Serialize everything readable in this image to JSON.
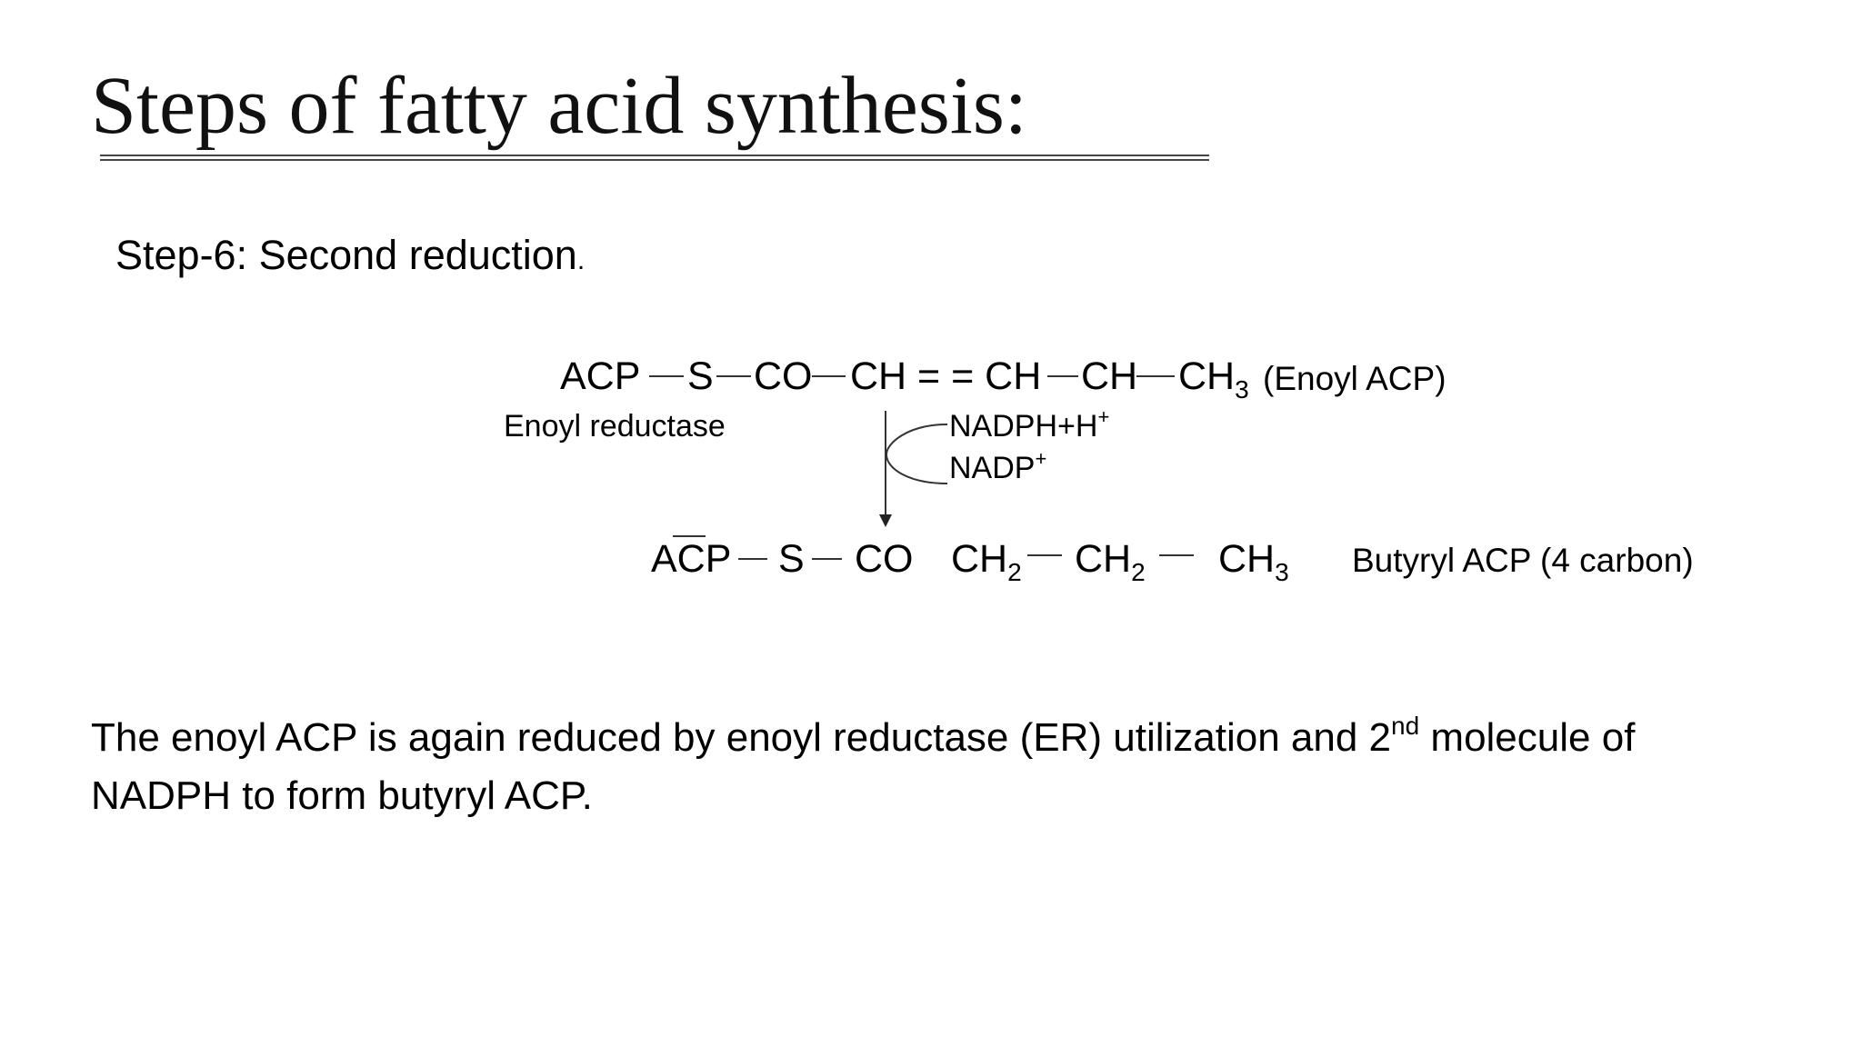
{
  "slide": {
    "title": "Steps of fatty acid synthesis:",
    "step_label": "Step-6: Second reduction",
    "step_label_dot": "."
  },
  "reaction": {
    "reactant": {
      "acp": "ACP",
      "s": "S",
      "co": "CO",
      "ch_double_ch": "CH = = CH",
      "ch": "CH",
      "ch3_base": "CH",
      "ch3_sub": "3",
      "name": "(Enoyl ACP)"
    },
    "enzyme": "Enoyl reductase",
    "cofactor_in": {
      "base": "NADPH+H",
      "sup": "+"
    },
    "cofactor_out": {
      "base": "NADP",
      "sup": "+"
    },
    "product": {
      "acp": "ACP",
      "s": "S",
      "co": "CO",
      "ch2a_base": "CH",
      "ch2a_sub": "2",
      "ch2b_base": "CH",
      "ch2b_sub": "2",
      "ch3_base": "CH",
      "ch3_sub": "3",
      "name": "Butyryl ACP (4 carbon)"
    }
  },
  "description": {
    "part1": "The enoyl ACP is again reduced by enoyl reductase (ER) utilization and 2",
    "sup": "nd",
    "part2": " molecule of NADPH to form butyryl ACP."
  }
}
